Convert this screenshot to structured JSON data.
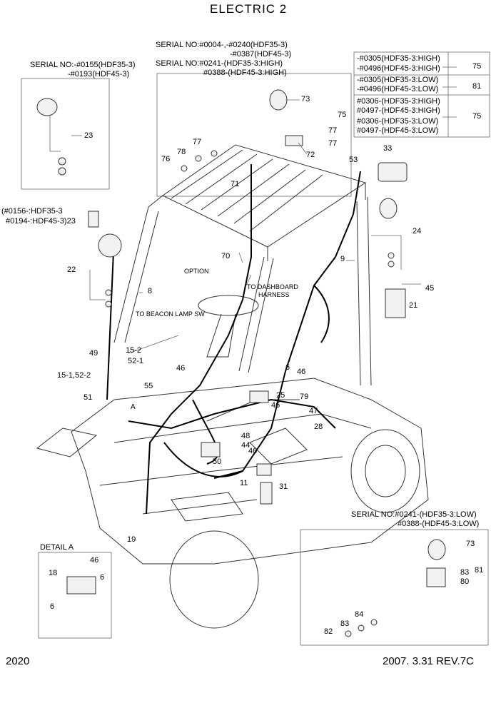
{
  "title": "ELECTRIC 2",
  "page_number": "2020",
  "revision": "2007. 3.31 REV.7C",
  "serial_notes": {
    "top_left_1": "SERIAL NO:-#0155(HDF35-3)",
    "top_left_2": "-#0193(HDF45-3)",
    "top_center_1": "SERIAL NO:#0004-,-#0240(HDF35-3)",
    "top_center_2": "-#0387(HDF45-3)",
    "top_center_3": "SERIAL NO:#0241-(HDF35-3:HIGH)",
    "top_center_4": "#0388-(HDF45-3:HIGH)",
    "left_mid_1": "(#0156-:HDF35-3",
    "left_mid_2": "#0194-:HDF45-3)23",
    "bottom_right_1": "SERIAL NO:#0241-(HDF35-3:LOW)",
    "bottom_right_2": "#0388-(HDF45-3:LOW)"
  },
  "serial_table": [
    {
      "line1": "-#0305(HDF35-3:HIGH)",
      "line2": "-#0496(HDF45-3:HIGH)",
      "part": "75"
    },
    {
      "line1": "-#0305(HDF35-3:LOW)",
      "line2": "-#0496(HDF45-3:LOW)",
      "part": "81"
    },
    {
      "line1": "#0306-(HDF35-3:HIGH)",
      "line2": "#0497-(HDF45-3:HIGH)",
      "line3": "#0306-(HDF35-3:LOW)",
      "line4": "#0497-(HDF45-3:LOW)",
      "part": "75"
    }
  ],
  "notes": {
    "option": "OPTION",
    "to_dashboard_1": "TO DASHBOARD",
    "to_dashboard_2": "HARNESS",
    "to_beacon": "TO BEACON LAMP SW",
    "detail_a": "DETAIL A",
    "detail_marker": "A"
  },
  "callouts": {
    "c73a": "73",
    "c75a": "75",
    "c77a": "77",
    "c77b": "77",
    "c72": "72",
    "c78": "78",
    "c76": "76",
    "c71": "71",
    "c70": "70",
    "c53": "53",
    "c33": "33",
    "c24": "24",
    "c9": "9",
    "c45": "45",
    "c21": "21",
    "c23": "23",
    "c22": "22",
    "c8": "8",
    "c49": "49",
    "c152": "15-2",
    "c521": "52-1",
    "c1514": "15-1,52-2",
    "c51": "51",
    "c46a": "46",
    "c55": "55",
    "c6a": "6",
    "c46b": "46",
    "c25": "25",
    "c79": "79",
    "c46c": "46",
    "c47": "47",
    "c28": "28",
    "c48": "48",
    "c44": "44",
    "c46d": "46",
    "c50": "50",
    "c11": "11",
    "c31": "31",
    "c19": "19",
    "c73b": "73",
    "c83a": "83",
    "c81": "81",
    "c80": "80",
    "c84": "84",
    "c83b": "83",
    "c82": "82",
    "c46e": "46",
    "c18": "18",
    "c6b": "6",
    "c6c": "6"
  }
}
